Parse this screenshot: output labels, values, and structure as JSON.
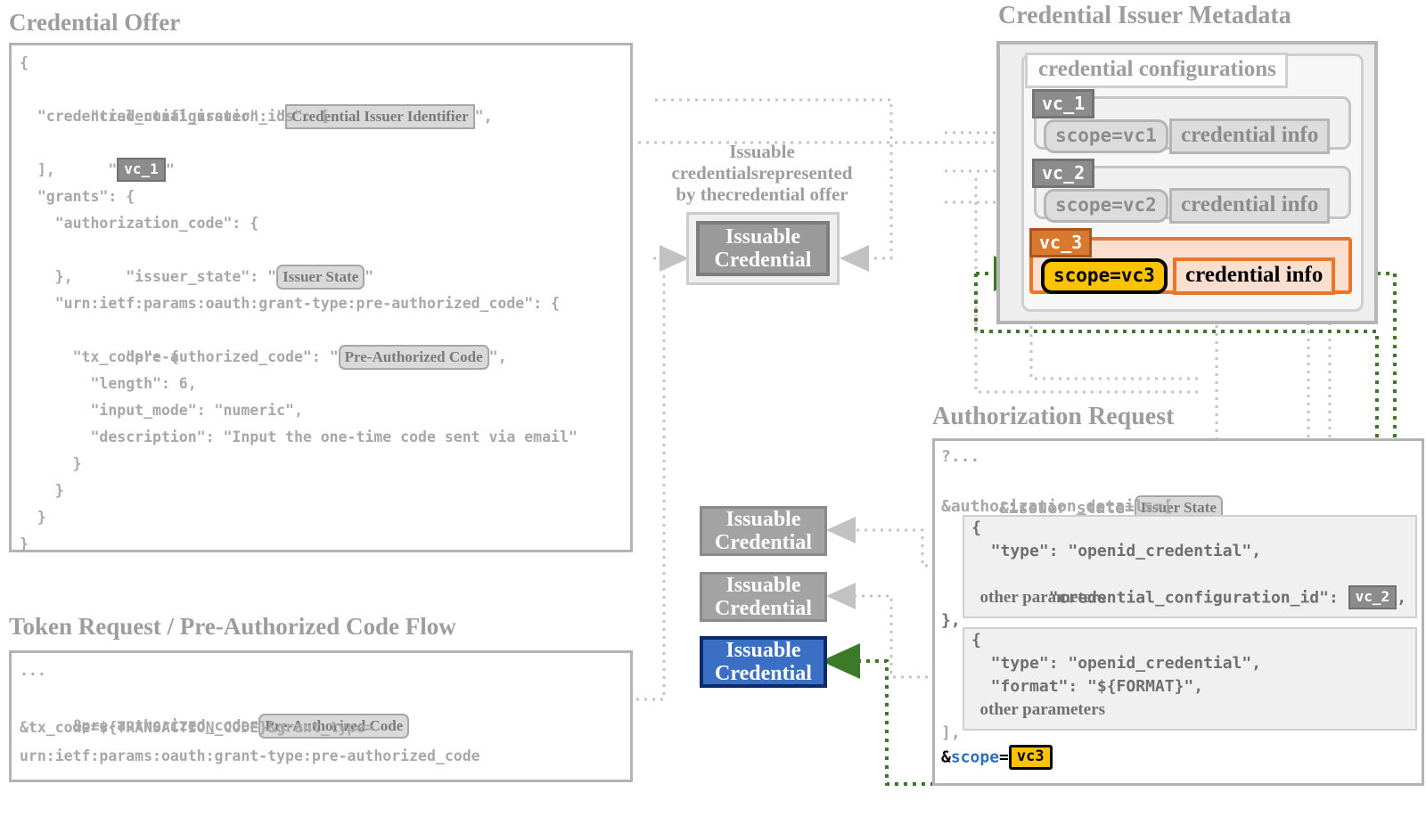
{
  "panels": {
    "credential_offer": {
      "title": "Credential Offer",
      "lines": {
        "l1": "{",
        "l2a": "  \"credential_issuer\": \"",
        "l2chip": "Credential Issuer Identifier",
        "l2b": "\",",
        "l3": "  \"credential_configuration_ids\": [",
        "l4a": "    \"",
        "l4chip": "vc_1",
        "l4b": "\"",
        "l5": "  ],",
        "l6": "  \"grants\": {",
        "l7": "    \"authorization_code\": {",
        "l8a": "      \"issuer_state\": \"",
        "l8chip": "Issuer State",
        "l8b": "\"",
        "l9": "    },",
        "l10": "    \"urn:ietf:params:oauth:grant-type:pre-authorized_code\": {",
        "l11a": "      \"pre-authorized_code\": \"",
        "l11chip": "Pre-Authorized Code",
        "l11b": "\",",
        "l12": "      \"tx_code\": {",
        "l13": "        \"length\": 6,",
        "l14": "        \"input_mode\": \"numeric\",",
        "l15": "        \"description\": \"Input the one-time code sent via email\"",
        "l16": "      }",
        "l17": "    }",
        "l18": "  }",
        "l19": "}"
      }
    },
    "token_request": {
      "title": "Token Request / Pre-Authorized Code Flow",
      "lines": {
        "l1": "...",
        "l2a": "&pre-authorized_code=",
        "l2chip": "Pre-Authorized Code",
        "l3": "&tx_code=${TRANSACTION_CODE}&grant_type=",
        "l4": "urn:ietf:params:oauth:grant-type:pre-authorized_code"
      }
    },
    "issuer_metadata": {
      "title": "Credential Issuer Metadata",
      "configurations_label": "credential configurations",
      "configs": [
        {
          "id": "vc_1",
          "scope": "scope=vc1",
          "info": "credential info",
          "highlighted": false
        },
        {
          "id": "vc_2",
          "scope": "scope=vc2",
          "info": "credential info",
          "highlighted": false
        },
        {
          "id": "vc_3",
          "scope": "scope=vc3",
          "info": "credential info",
          "highlighted": true
        }
      ]
    },
    "authorization_request": {
      "title": "Authorization Request",
      "lines": {
        "l1": "?...",
        "l2a": "&issuer_state=",
        "l2chip": "Issuer State",
        "l3": "&authorization_details=[",
        "l_close": "],",
        "scope_amp": "&",
        "scope_kw": "scope",
        "scope_eq": "=",
        "scope_val": "vc3"
      },
      "detail_a": {
        "open": "{",
        "type": "  \"type\": \"openid_credential\",",
        "cfg_label": "  \"credential_configuration_id\": ",
        "cfg_chip": "vc_2",
        "cfg_comma": ",",
        "other": "  other parameters",
        "close": "},"
      },
      "detail_b": {
        "open": "{",
        "type": "  \"type\": \"openid_credential\",",
        "format": "  \"format\": \"${FORMAT}\",",
        "other": "  other parameters",
        "close": "}"
      }
    },
    "center": {
      "note": "Issuable credentials\nrepresented by the\ncredential offer",
      "issuable_top": "Issuable\nCredential",
      "issuable_1": "Issuable\nCredential",
      "issuable_2": "Issuable\nCredential",
      "issuable_3": "Issuable\nCredential"
    }
  },
  "colors": {
    "grey_text": "#9d9d9d",
    "grey_border": "#b3b3b3",
    "code_text": "#a8a8a8",
    "orange": "#e8762c",
    "orange_fill": "#fbdfce",
    "orange_tag": "#d9782f",
    "yellow": "#fdc300",
    "blue": "#3a6fc4",
    "blue_border": "#0d2b6b",
    "green_wire": "#3a7a28",
    "blue_keyword": "#2f6fba"
  }
}
